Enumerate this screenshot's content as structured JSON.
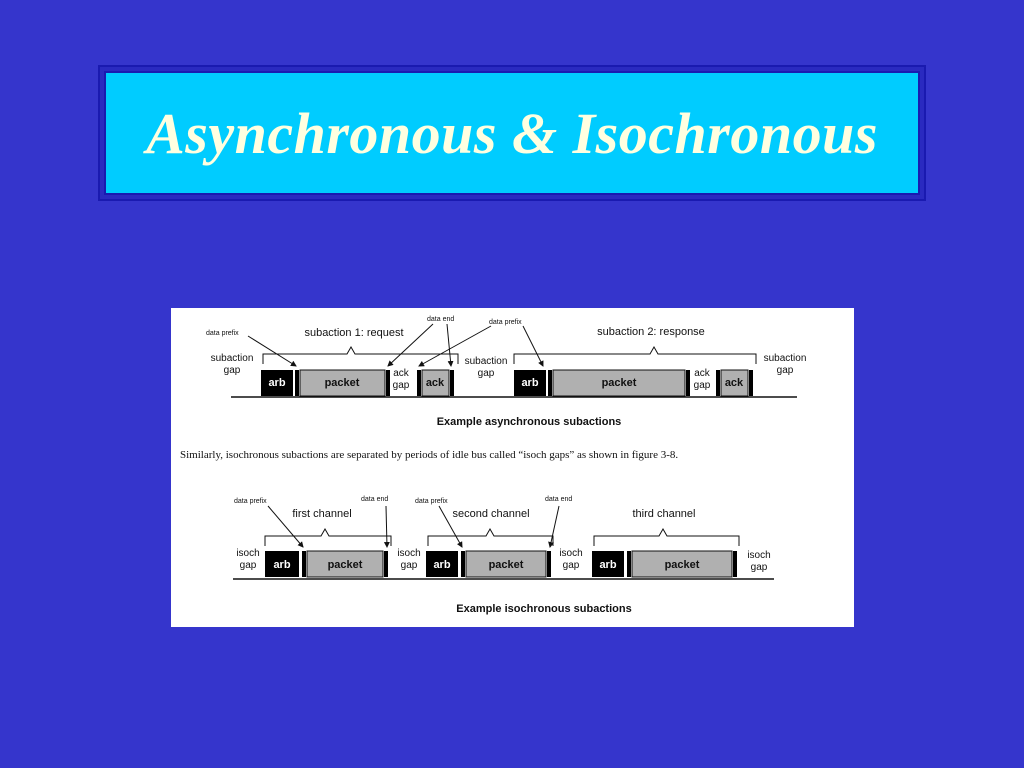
{
  "slide": {
    "title": "Asynchronous & Isochronous"
  },
  "colors": {
    "background": "#3535cc",
    "title_box": "#00ccff",
    "title_text": "#ffffe0",
    "arb_fill": "#000000",
    "packet_fill": "#b0b0b0"
  },
  "async": {
    "caption": "Example asynchronous subactions",
    "subaction1": "subaction 1: request",
    "subaction2": "subaction 2: response",
    "gap": "subaction\ngap",
    "ack_gap": "ack\ngap",
    "data_prefix": "data prefix",
    "data_end": "data end",
    "arb": "arb",
    "packet": "packet",
    "ack": "ack"
  },
  "paragraph": "Similarly, isochronous subactions are separated by periods of idle bus called “isoch gaps” as shown in figure 3-8.",
  "isoch": {
    "caption": "Example isochronous subactions",
    "first_channel": "first channel",
    "second_channel": "second channel",
    "third_channel": "third channel",
    "gap": "isoch\ngap",
    "data_prefix": "data prefix",
    "data_end": "data end",
    "arb": "arb",
    "packet": "packet"
  }
}
